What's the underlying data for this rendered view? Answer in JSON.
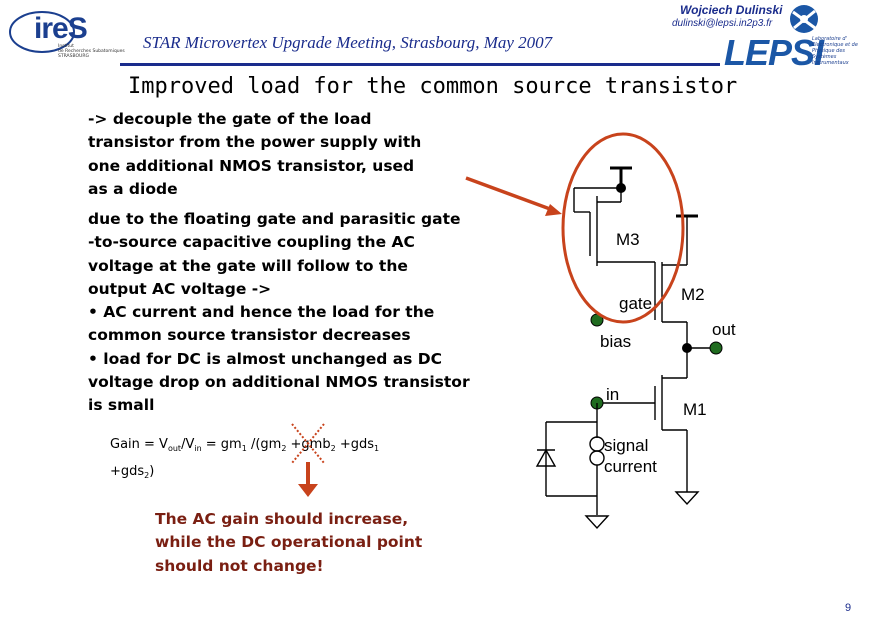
{
  "header": {
    "meeting_title": "STAR Microvertex Upgrade Meeting, Strasbourg, May 2007",
    "author_name": "Wojciech Dulinski",
    "author_email": "dulinski@lepsi.in2p3.fr",
    "logo_left": {
      "word": "ireS",
      "lines": [
        "Institut",
        "de Recherches Subatomiques",
        "STRASBOURG"
      ]
    },
    "logo_right": {
      "word": "LEPSI",
      "lines": [
        "Laboratoire d'",
        "Electronique et de",
        "Physique des",
        "Systèmes",
        "Instrumentaux"
      ]
    }
  },
  "slide_title": "Improved load for the common source transistor",
  "intro_lines": [
    "-> decouple the gate of the load",
    "transistor from the power supply with",
    "one additional NMOS transistor, used",
    "as a diode"
  ],
  "body_lines": [
    "due to the floating gate and parasitic gate",
    "-to-source capacitive coupling the AC",
    "voltage at the gate will follow to the",
    "output AC voltage ->",
    "• AC current and hence the load for the",
    "common source transistor decreases",
    "• load for DC is almost unchanged as DC",
    "voltage drop on additional NMOS transistor",
    "is small"
  ],
  "formula": {
    "p1": "Gain = V",
    "out": "out",
    "p2": "/V",
    "in": "in",
    "p3": " = gm",
    "s1": "1",
    "p4": " /(gm",
    "s2": "2",
    "p5": " +gmb",
    "s3": "2",
    "p6": " +gds",
    "s4": "1",
    "p7": "+gds",
    "s5": "2",
    "p8": ")"
  },
  "conclusion_lines": [
    "The AC gain should increase,",
    "while the DC operational point",
    "should not change!"
  ],
  "circuit_labels": {
    "m3": "M3",
    "gate": "gate",
    "m2": "M2",
    "out": "out",
    "bias": "bias",
    "in": "in",
    "m1": "M1",
    "signal": "signal",
    "current": "current"
  },
  "page_number": "9",
  "colors": {
    "accent_blue": "#1a2c8c",
    "arrow_red": "#c8431c",
    "node_green": "#1f6b1f",
    "conclusion_text": "#7a1f12"
  }
}
